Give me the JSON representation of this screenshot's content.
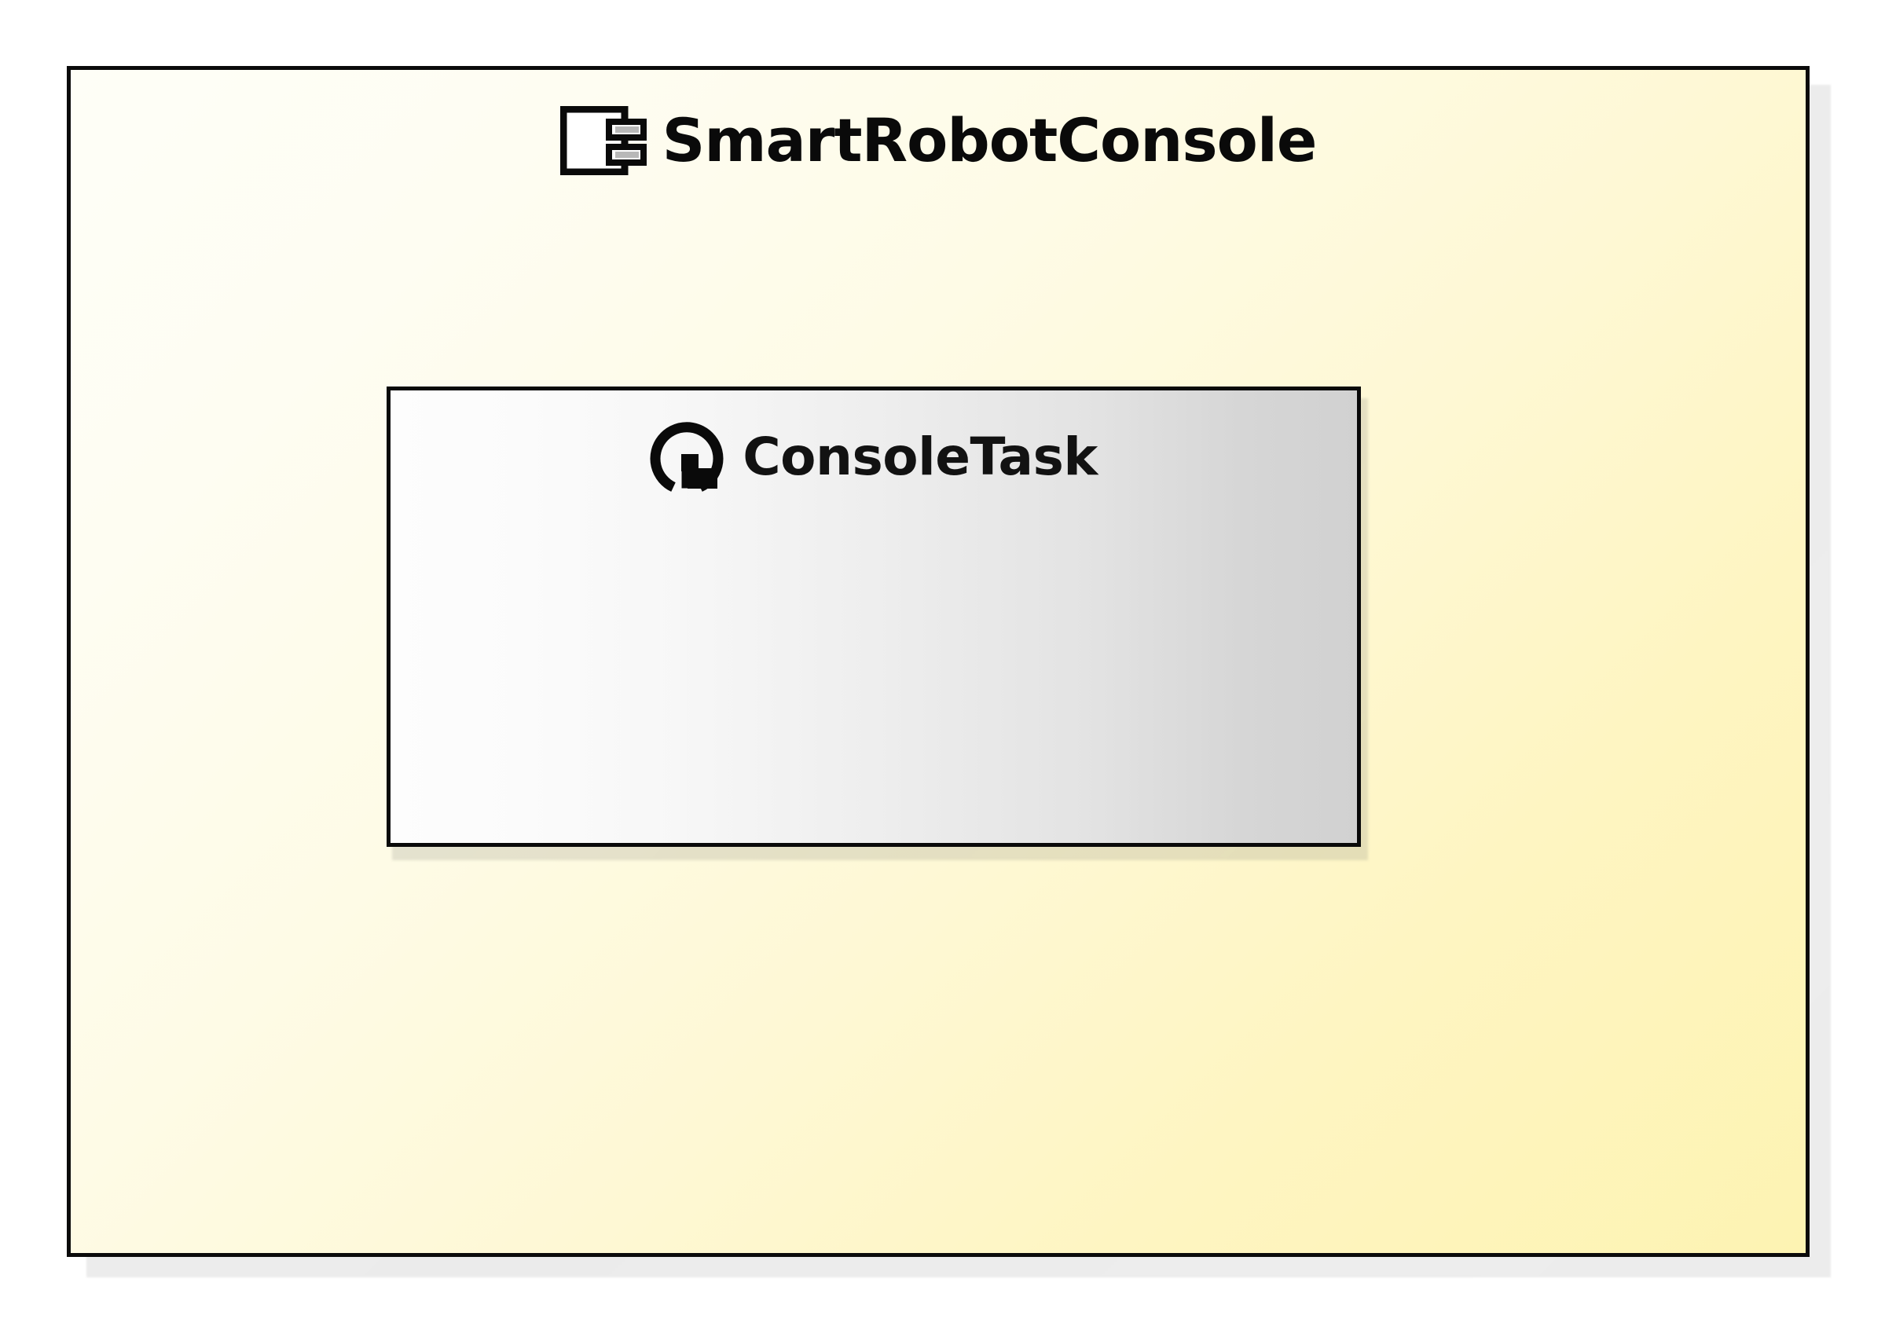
{
  "diagram": {
    "type": "uml-component-diagram",
    "background_color": "#ffffff",
    "component": {
      "name": "SmartRobotConsole",
      "stereotype_icon": "component-icon",
      "border_color": "#0b0b0b",
      "fill_gradient_from": "#fefef7",
      "fill_gradient_to": "#fdf3b2",
      "children": [
        {
          "name": "ConsoleTask",
          "icon": "circular-arrow-icon",
          "border_color": "#0a0a0a",
          "fill_gradient_from": "#fdfdfd",
          "fill_gradient_to": "#d1d1d1"
        }
      ]
    }
  }
}
